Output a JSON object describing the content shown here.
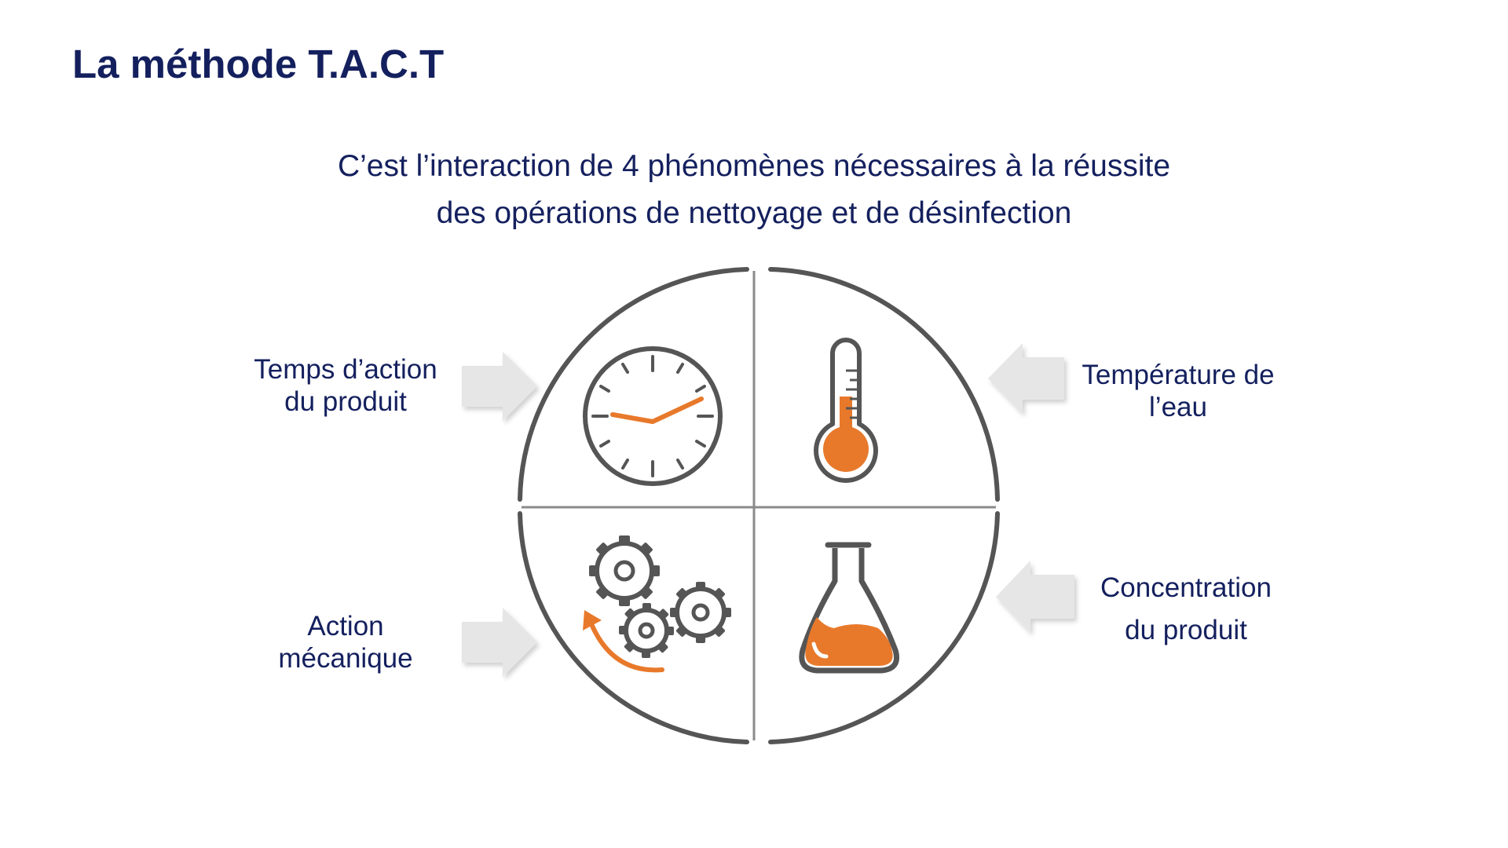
{
  "title": "La méthode T.A.C.T",
  "subtitle": {
    "line1": "C’est l’interaction de 4 phénomènes nécessaires à la réussite",
    "line2": "des opérations de nettoyage et de désinfection"
  },
  "factors": {
    "temps": {
      "line1": "Temps d’action",
      "line2": "du produit",
      "icon": "clock-icon"
    },
    "temperature": {
      "line1": "Température de",
      "line2": "l’eau",
      "icon": "thermometer-icon"
    },
    "action": {
      "line1": "Action",
      "line2": "mécanique",
      "icon": "gears-icon"
    },
    "concentration": {
      "line1": "Concentration",
      "line2": "du produit",
      "icon": "flask-icon"
    }
  },
  "colors": {
    "text": "#14205e",
    "accent": "#e8792b",
    "outline": "#555555",
    "arrow": "#e6e6e6"
  }
}
